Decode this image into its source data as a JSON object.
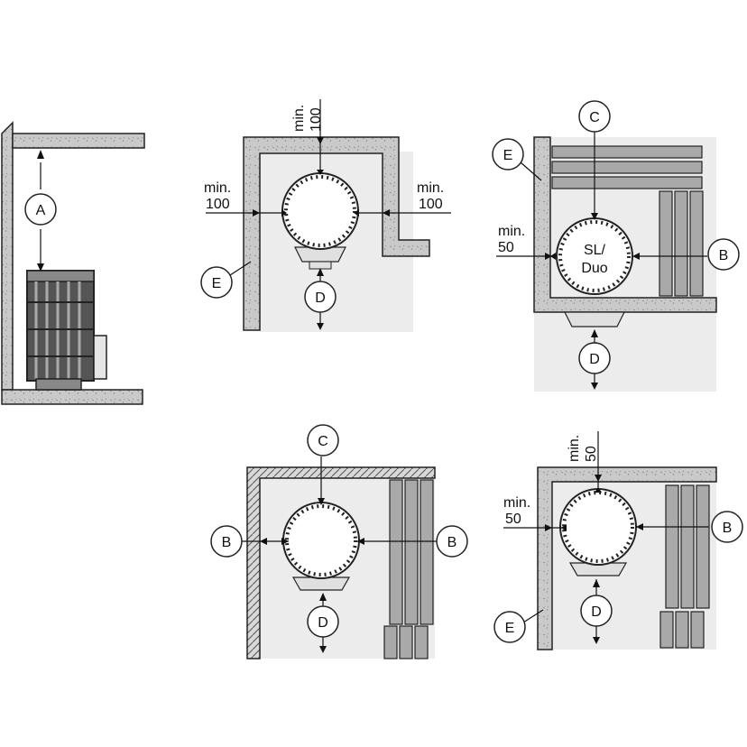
{
  "labels": {
    "a": "A",
    "b": "B",
    "c": "C",
    "d": "D",
    "e": "E"
  },
  "dimensions": {
    "min": "min.",
    "v100": "100",
    "v50": "50"
  },
  "stove_model": {
    "line1": "SL/",
    "line2": "Duo"
  },
  "colors": {
    "wall": "#c9c9c9",
    "floor_area": "#ececec",
    "outline": "#222222",
    "bench": "#a9a9a9"
  }
}
